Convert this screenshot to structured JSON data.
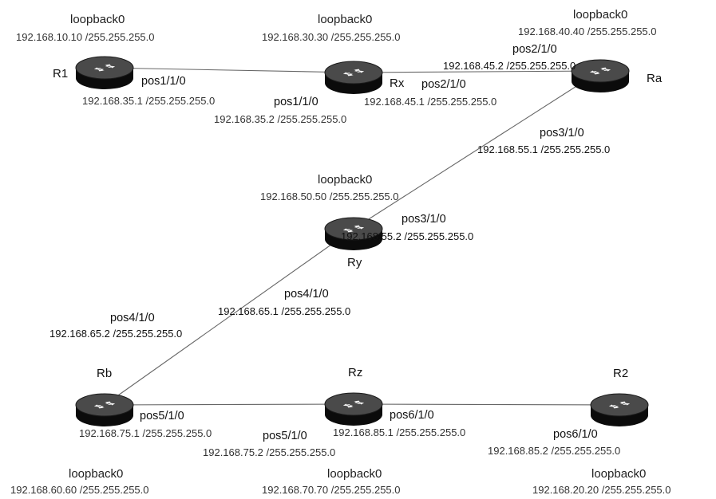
{
  "routers": [
    {
      "id": "R1",
      "name": "R1"
    },
    {
      "id": "Rx",
      "name": "Rx"
    },
    {
      "id": "Ra",
      "name": "Ra"
    },
    {
      "id": "Ry",
      "name": "Ry"
    },
    {
      "id": "Rb",
      "name": "Rb"
    },
    {
      "id": "Rz",
      "name": "Rz"
    },
    {
      "id": "R2",
      "name": "R2"
    }
  ],
  "links": [
    {
      "from": "R1",
      "to": "Rx"
    },
    {
      "from": "Rx",
      "to": "Ra"
    },
    {
      "from": "Ra",
      "to": "Ry"
    },
    {
      "from": "Ry",
      "to": "Rb"
    },
    {
      "from": "Rb",
      "to": "Rz"
    },
    {
      "from": "Rz",
      "to": "R2"
    }
  ],
  "loopbacks": {
    "R1": {
      "name": "loopback0",
      "addr": "192.168.10.10  /255.255.255.0"
    },
    "Rx": {
      "name": "loopback0",
      "addr": "192.168.30.30  /255.255.255.0"
    },
    "Ra": {
      "name": "loopback0",
      "addr": "192.168.40.40  /255.255.255.0"
    },
    "Ry": {
      "name": "loopback0",
      "addr": "192.168.50.50  /255.255.255.0"
    },
    "Rb": {
      "name": "loopback0",
      "addr": "192.168.60.60  /255.255.255.0"
    },
    "Rz": {
      "name": "loopback0",
      "addr": "192.168.70.70  /255.255.255.0"
    },
    "R2": {
      "name": "loopback0",
      "addr": "192.168.20.20  /255.255.255.0"
    }
  },
  "interfaces": {
    "r1_pos1": {
      "name": "pos1/1/0",
      "addr": "192.168.35.1  /255.255.255.0"
    },
    "rx_pos1": {
      "name": "pos1/1/0",
      "addr": "192.168.35.2  /255.255.255.0"
    },
    "rx_pos2": {
      "name": "pos2/1/0",
      "addr": "192.168.45.1  /255.255.255.0"
    },
    "ra_pos2": {
      "name": "pos2/1/0",
      "addr": "192.168.45.2  /255.255.255.0"
    },
    "ra_pos3": {
      "name": "pos3/1/0",
      "addr": "192.168.55.1  /255.255.255.0"
    },
    "ry_pos3": {
      "name": "pos3/1/0",
      "addr": "192.168.55.2  /255.255.255.0"
    },
    "ry_pos4": {
      "name": "pos4/1/0",
      "addr": "192.168.65.1  /255.255.255.0"
    },
    "rb_pos4": {
      "name": "pos4/1/0",
      "addr": "192.168.65.2  /255.255.255.0"
    },
    "rb_pos5": {
      "name": "pos5/1/0",
      "addr": "192.168.75.1  /255.255.255.0"
    },
    "rz_pos5": {
      "name": "pos5/1/0",
      "addr": "192.168.75.2  /255.255.255.0"
    },
    "rz_pos6": {
      "name": "pos6/1/0",
      "addr": "192.168.85.1  /255.255.255.0"
    },
    "r2_pos6": {
      "name": "pos6/1/0",
      "addr": "192.168.85.2  /255.255.255.0"
    }
  }
}
